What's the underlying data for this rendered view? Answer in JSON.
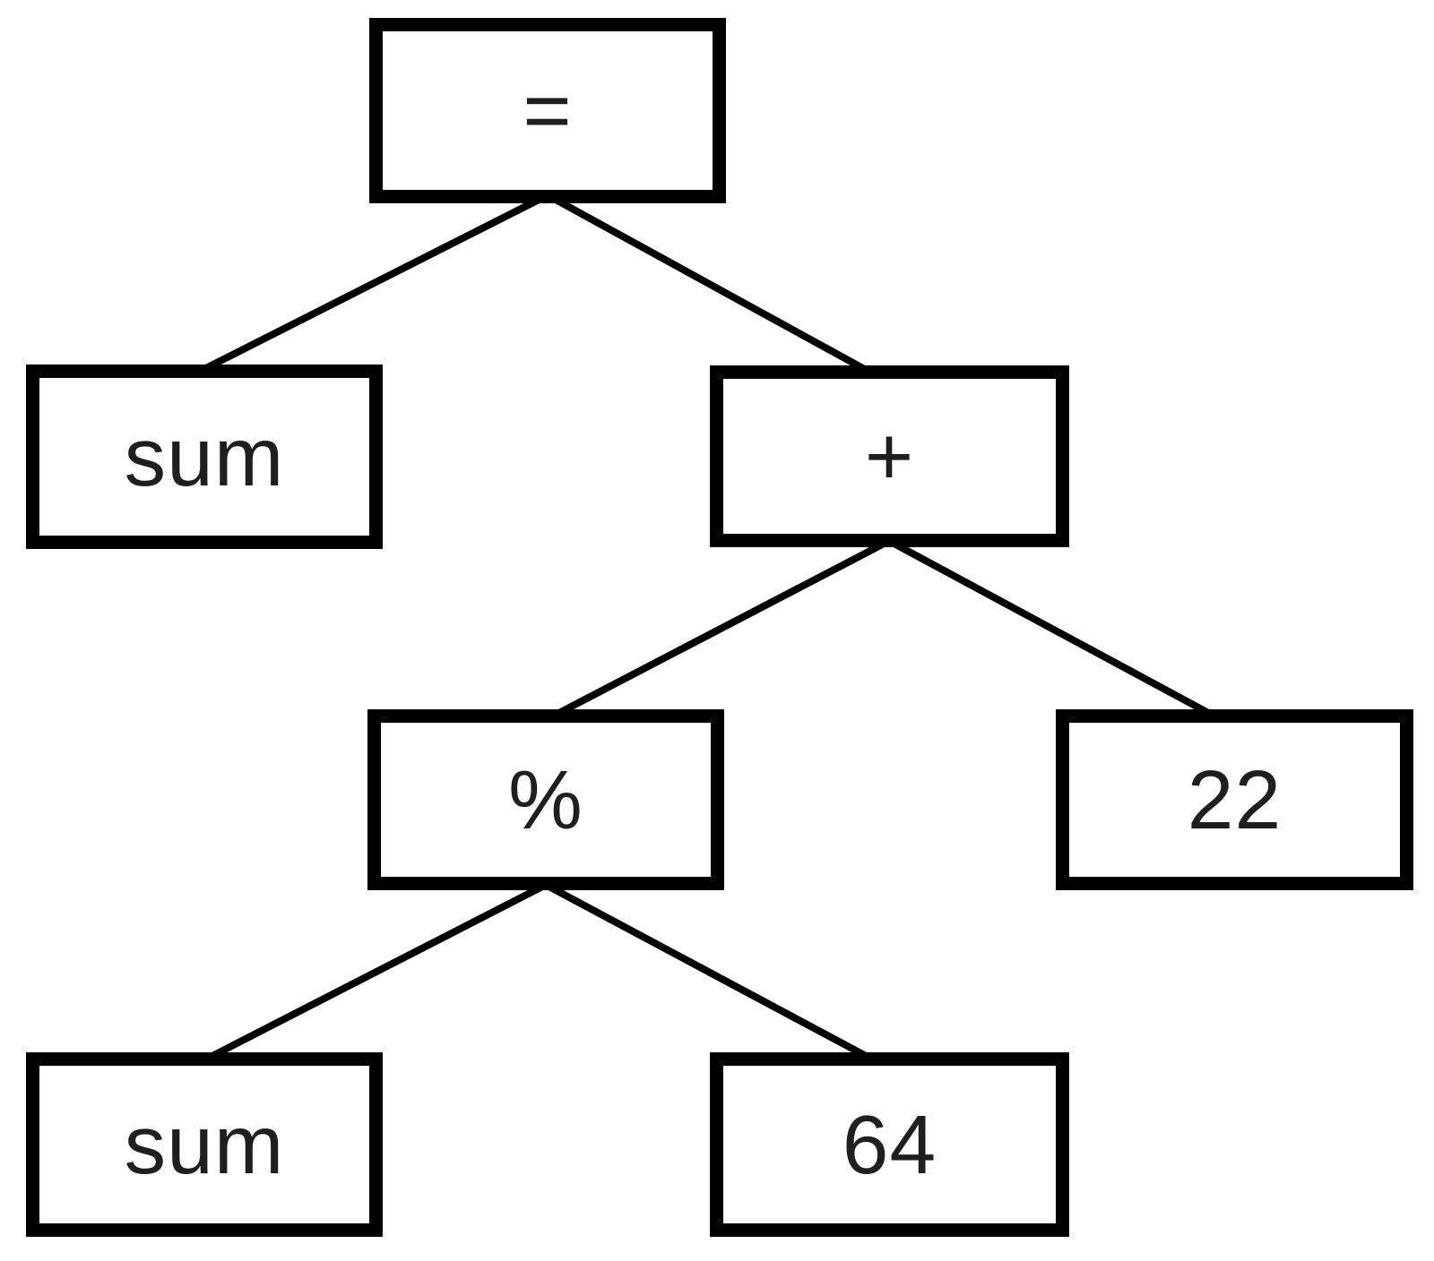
{
  "diagram": {
    "type": "binary-expression-parse-tree",
    "nodes": {
      "eq": {
        "label": "="
      },
      "sum_left": {
        "label": "sum"
      },
      "plus": {
        "label": "+"
      },
      "mod": {
        "label": "%"
      },
      "c22": {
        "label": "22"
      },
      "sum_bot": {
        "label": "sum"
      },
      "c64": {
        "label": "64"
      }
    },
    "edges": [
      {
        "from": "eq",
        "to": "sum_left"
      },
      {
        "from": "eq",
        "to": "plus"
      },
      {
        "from": "plus",
        "to": "mod"
      },
      {
        "from": "plus",
        "to": "c22"
      },
      {
        "from": "mod",
        "to": "sum_bot"
      },
      {
        "from": "mod",
        "to": "c64"
      }
    ],
    "colors": {
      "background": "#ffffff",
      "stroke": "#000000",
      "text": "#1f1f1f"
    }
  }
}
